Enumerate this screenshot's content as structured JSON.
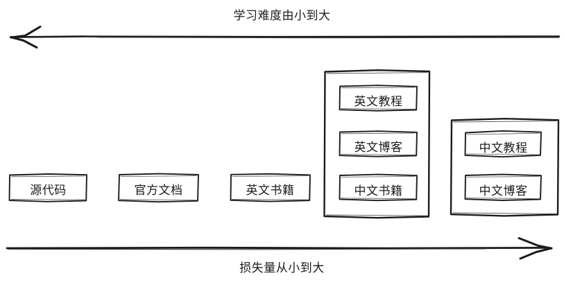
{
  "diagram": {
    "title_top": "学习难度由小到大",
    "title_bottom": "损失量从小到大",
    "style": "hand-drawn-sketch",
    "stroke_color": "#1b1b1b",
    "background_color": "#ffffff",
    "text_color": "#1b1b1b",
    "axes": [
      {
        "name": "top-axis",
        "label": "学习难度由小到大",
        "direction": "left",
        "arrowhead": "left-end"
      },
      {
        "name": "bottom-axis",
        "label": "损失量从小到大",
        "direction": "right",
        "arrowhead": "right-end"
      }
    ],
    "nodes": [
      {
        "id": "source-code",
        "label": "源代码",
        "group": null
      },
      {
        "id": "official-docs",
        "label": "官方文档",
        "group": null
      },
      {
        "id": "english-books",
        "label": "英文书籍",
        "group": null
      },
      {
        "id": "english-tutorial",
        "label": "英文教程",
        "group": "group-english"
      },
      {
        "id": "english-blog",
        "label": "英文博客",
        "group": "group-english"
      },
      {
        "id": "chinese-books",
        "label": "中文书籍",
        "group": "group-english"
      },
      {
        "id": "chinese-tutorial",
        "label": "中文教程",
        "group": "group-chinese"
      },
      {
        "id": "chinese-blog",
        "label": "中文博客",
        "group": "group-chinese"
      }
    ],
    "groups": [
      {
        "id": "group-english",
        "members": [
          "英文教程",
          "英文博客",
          "中文书籍"
        ]
      },
      {
        "id": "group-chinese",
        "members": [
          "中文教程",
          "中文博客"
        ]
      }
    ]
  }
}
